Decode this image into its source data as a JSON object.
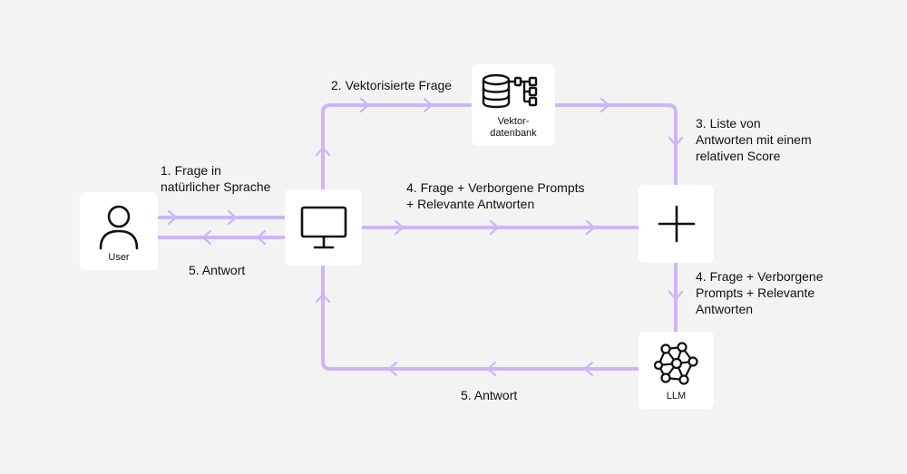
{
  "nodes": {
    "user": "User",
    "vector_db": "Vektor-\ndatenbank",
    "llm": "LLM"
  },
  "labels": {
    "step1": "1. Frage in\nnatürlicher Sprache",
    "step2": "2. Vektorisierte Frage",
    "step3": "3. Liste von\nAntworten mit einem\nrelativen Score",
    "step4_middle": "4. Frage + Verborgene Prompts\n+ Relevante Antworten",
    "step4_right": "4. Frage + Verborgene\nPrompts + Relevante\nAntworten",
    "step5_user": "5. Antwort",
    "step5_bottom": "5. Antwort"
  },
  "icons": {
    "user": "user-icon",
    "computer": "monitor-icon",
    "vector_db": "database-tree-icon",
    "combine": "plus-icon",
    "llm": "network-graph-icon"
  },
  "colors": {
    "background": "#f3f3f4",
    "node": "#ffffff",
    "line": "#cdb6f6",
    "text": "#111111"
  }
}
